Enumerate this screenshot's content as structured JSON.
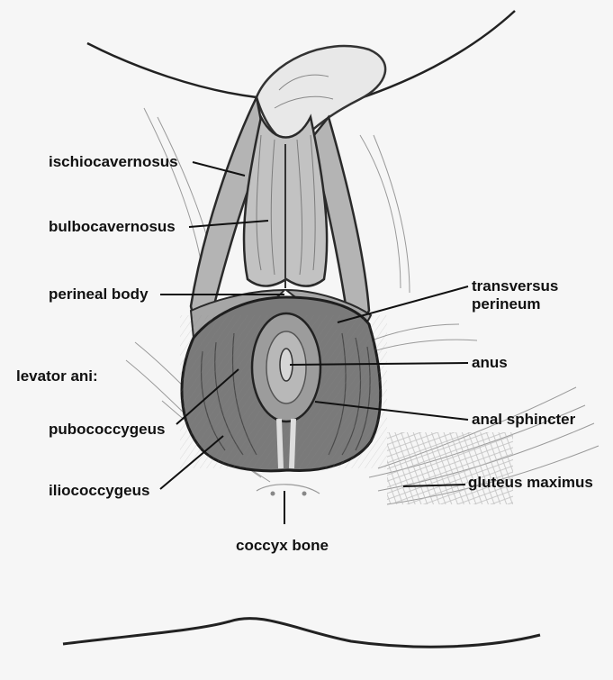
{
  "labels": {
    "ischiocavernosus": "ischiocavernosus",
    "bulbocavernosus": "bulbocavernosus",
    "perineal_body": "perineal body",
    "levator_ani": "levator ani:",
    "pubococcygeus": "pubococcygeus",
    "iliococcygeus": "iliococcygeus",
    "coccyx_bone": "coccyx bone",
    "transversus_perineum": "transversus\nperineum",
    "anus": "anus",
    "anal_sphincter": "anal sphincter",
    "gluteus_maximus": "gluteus maximus"
  },
  "colors": {
    "background": "#f6f6f6",
    "muscle_light": "#a9a9a9",
    "muscle_dark": "#6e6e6e",
    "outline": "#2a2a2a",
    "sketch": "#777777"
  }
}
